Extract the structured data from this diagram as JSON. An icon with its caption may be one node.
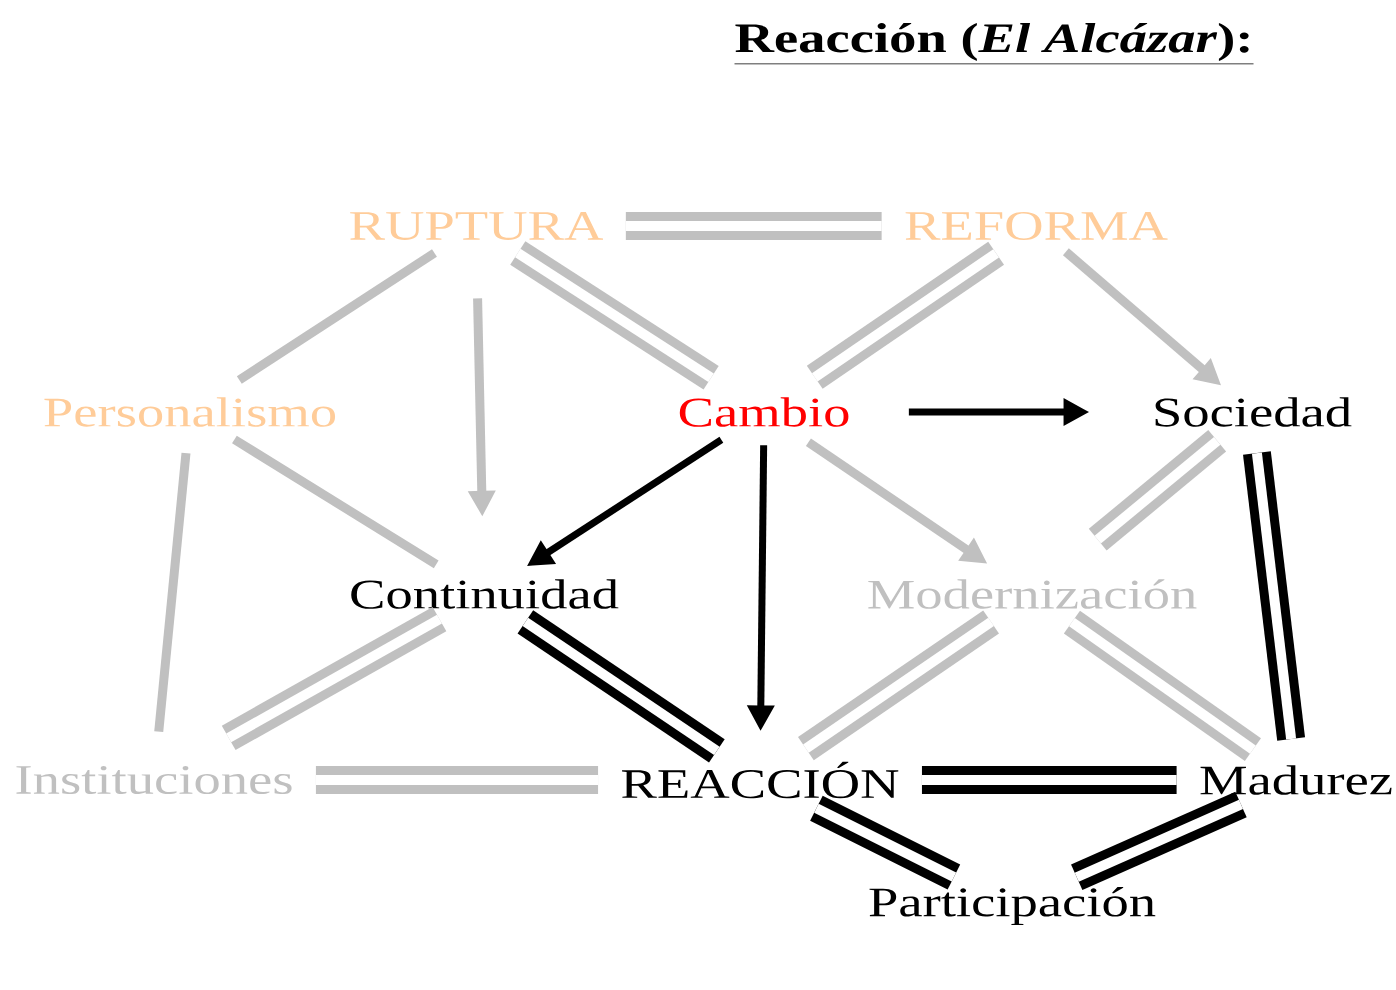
{
  "diagram": {
    "title": "Reacción (*El Alcázar*):",
    "nodes": [
      {
        "text": [
          "RUPTURA"
        ]
      },
      {
        "text": [
          "REFORMA"
        ]
      },
      {
        "text": [
          "Personalismo"
        ]
      },
      {
        "text": [
          "Cambio"
        ]
      },
      {
        "text": [
          "Sociedad"
        ]
      },
      {
        "text": [
          "Continuidad"
        ]
      },
      {
        "text": [
          "Modernización"
        ]
      },
      {
        "text": [
          "Instituciones"
        ]
      },
      {
        "text": [
          "REACCIÓN"
        ]
      },
      {
        "text": [
          "Madurez"
        ]
      },
      {
        "text": [
          "Participación"
        ]
      }
    ],
    "edges": [
      {
        "from": 0,
        "to": 1,
        "arrow": "none"
      },
      {
        "from": 0,
        "to": 2,
        "arrow": "none"
      },
      {
        "from": 0,
        "to": 5,
        "arrow": "to"
      },
      {
        "from": 0,
        "to": 3,
        "arrow": "none"
      },
      {
        "from": 1,
        "to": 3,
        "arrow": "none"
      },
      {
        "from": 1,
        "to": 4,
        "arrow": "to"
      },
      {
        "from": 3,
        "to": 4,
        "arrow": "to",
        "color": "#000000"
      },
      {
        "from": 2,
        "to": 5,
        "arrow": "none"
      },
      {
        "from": 3,
        "to": 5,
        "arrow": "to",
        "color": "#000000"
      },
      {
        "from": 3,
        "to": 8,
        "arrow": "to",
        "color": "#000000"
      },
      {
        "from": 3,
        "to": 6,
        "arrow": "to"
      },
      {
        "from": 4,
        "to": 6,
        "arrow": "none"
      },
      {
        "from": 4,
        "to": 9,
        "arrow": "none",
        "color": "#000000"
      },
      {
        "from": 2,
        "to": 7,
        "arrow": "none"
      },
      {
        "from": 5,
        "to": 7,
        "arrow": "none"
      },
      {
        "from": 5,
        "to": 8,
        "arrow": "none",
        "color": "#000000"
      },
      {
        "from": 6,
        "to": 8,
        "arrow": "none"
      },
      {
        "from": 6,
        "to": 9,
        "arrow": "none"
      },
      {
        "from": 7,
        "to": 8,
        "arrow": "none"
      },
      {
        "from": 8,
        "to": 9,
        "arrow": "none",
        "color": "#000000"
      },
      {
        "from": 8,
        "to": 10,
        "arrow": "none",
        "color": "#000000"
      },
      {
        "from": 9,
        "to": 10,
        "arrow": "none",
        "color": "#000000"
      }
    ]
  }
}
